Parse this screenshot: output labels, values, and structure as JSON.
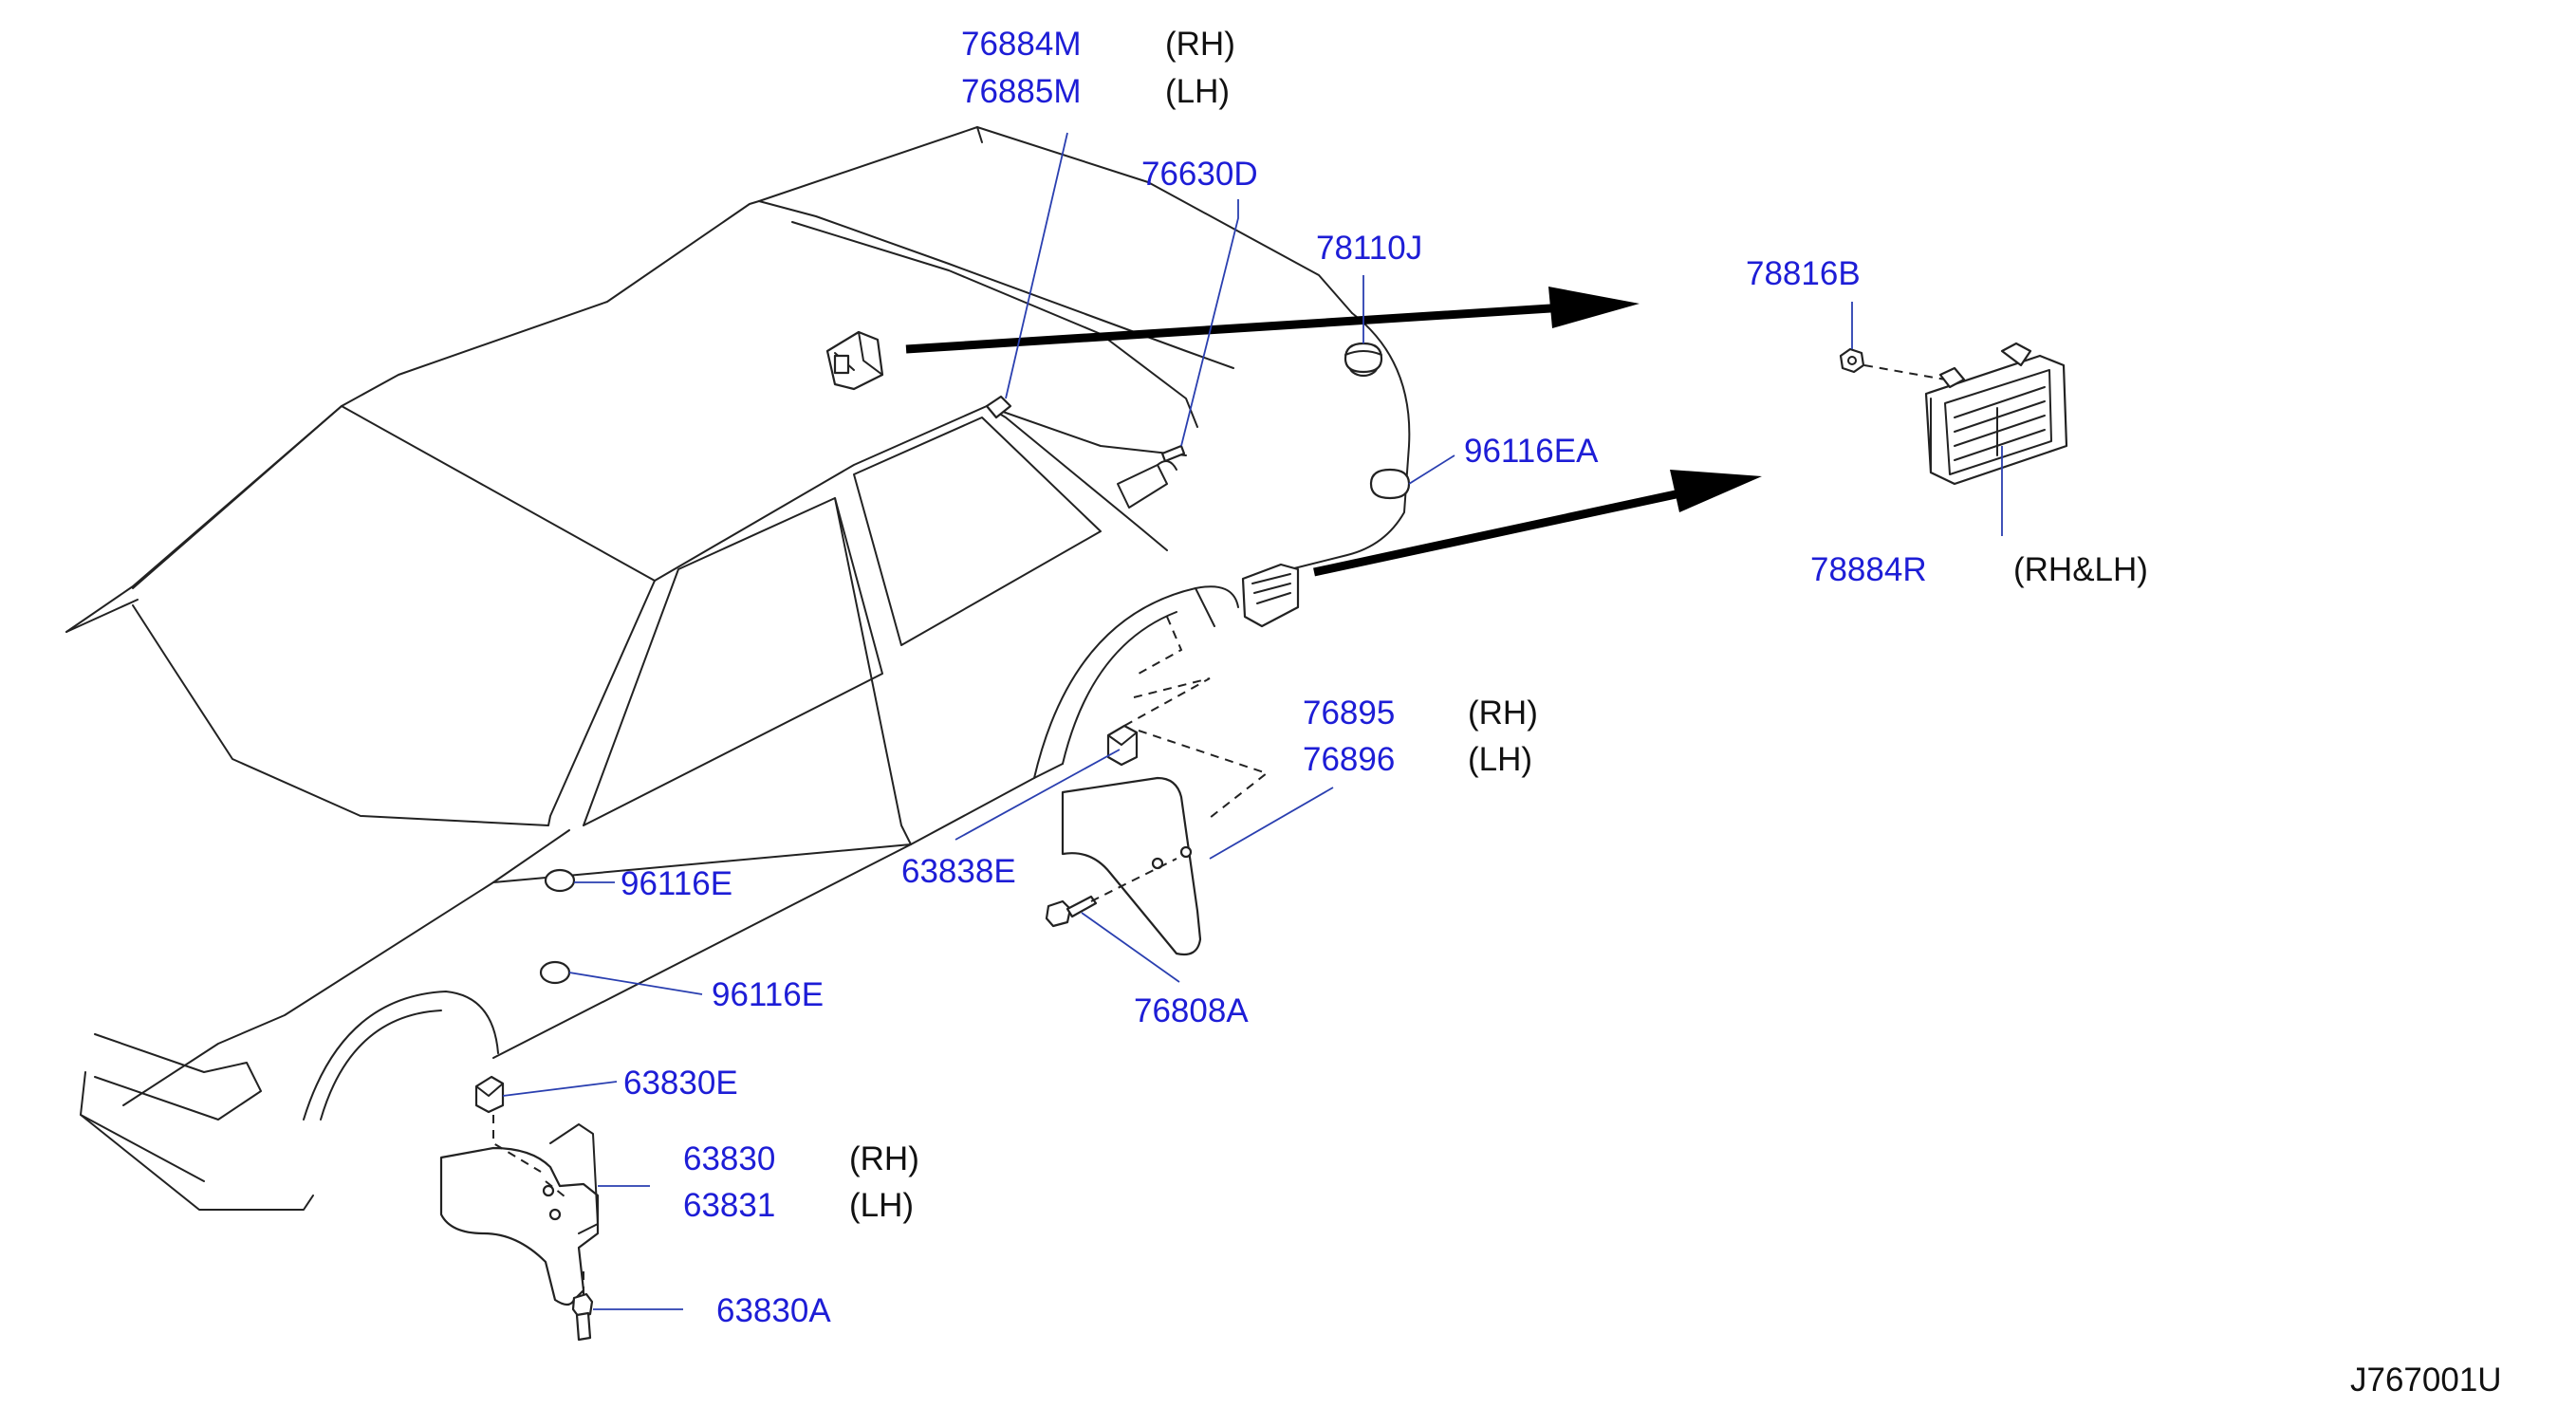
{
  "diagram": {
    "code": "J767001U",
    "colors": {
      "part_number": "#1d1dd6",
      "side_note": "#111111",
      "line_art": "#222222",
      "arrow": "#000000",
      "leader_line": "#2a3fb0"
    },
    "callouts": [
      {
        "id": "c76884m",
        "part_number": "76884M",
        "side": "(RH)"
      },
      {
        "id": "c76885m",
        "part_number": "76885M",
        "side": "(LH)"
      },
      {
        "id": "c76630d",
        "part_number": "76630D",
        "side": ""
      },
      {
        "id": "c78110j",
        "part_number": "78110J",
        "side": ""
      },
      {
        "id": "c78816b",
        "part_number": "78816B",
        "side": ""
      },
      {
        "id": "c96116ea",
        "part_number": "96116EA",
        "side": ""
      },
      {
        "id": "c78884r",
        "part_number": "78884R",
        "side": "(RH&LH)"
      },
      {
        "id": "c76895",
        "part_number": "76895",
        "side": "(RH)"
      },
      {
        "id": "c76896",
        "part_number": "76896",
        "side": "(LH)"
      },
      {
        "id": "c63838e",
        "part_number": "63838E",
        "side": ""
      },
      {
        "id": "c96116e_a",
        "part_number": "96116E",
        "side": ""
      },
      {
        "id": "c96116e_b",
        "part_number": "96116E",
        "side": ""
      },
      {
        "id": "c76808a",
        "part_number": "76808A",
        "side": ""
      },
      {
        "id": "c63830e",
        "part_number": "63830E",
        "side": ""
      },
      {
        "id": "c63830",
        "part_number": "63830",
        "side": "(RH)"
      },
      {
        "id": "c63831",
        "part_number": "63831",
        "side": "(LH)"
      },
      {
        "id": "c63830a",
        "part_number": "63830A",
        "side": ""
      }
    ]
  }
}
